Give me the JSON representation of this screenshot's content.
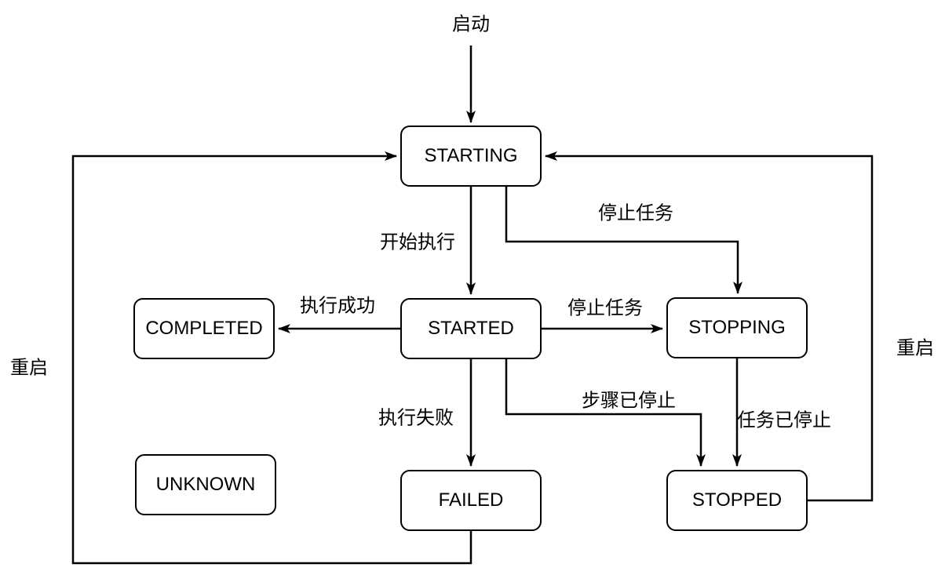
{
  "diagram": {
    "title": "task state machine diagram",
    "colors": {
      "background": "#ffffff",
      "stroke": "#000000",
      "text": "#000000"
    },
    "nodes": {
      "starting": "STARTING",
      "started": "STARTED",
      "completed": "COMPLETED",
      "stopping": "STOPPING",
      "failed": "FAILED",
      "unknown": "UNKNOWN",
      "stopped": "STOPPED"
    },
    "edge_labels": {
      "start": "启动",
      "begin_execution": "开始执行",
      "stop_task_from_starting": "停止任务",
      "stop_task_from_started": "停止任务",
      "execution_success": "执行成功",
      "execution_failed": "执行失败",
      "step_stopped": "步骤已停止",
      "task_stopped": "任务已停止",
      "restart_from_failed": "重启",
      "restart_from_stopped": "重启"
    }
  }
}
